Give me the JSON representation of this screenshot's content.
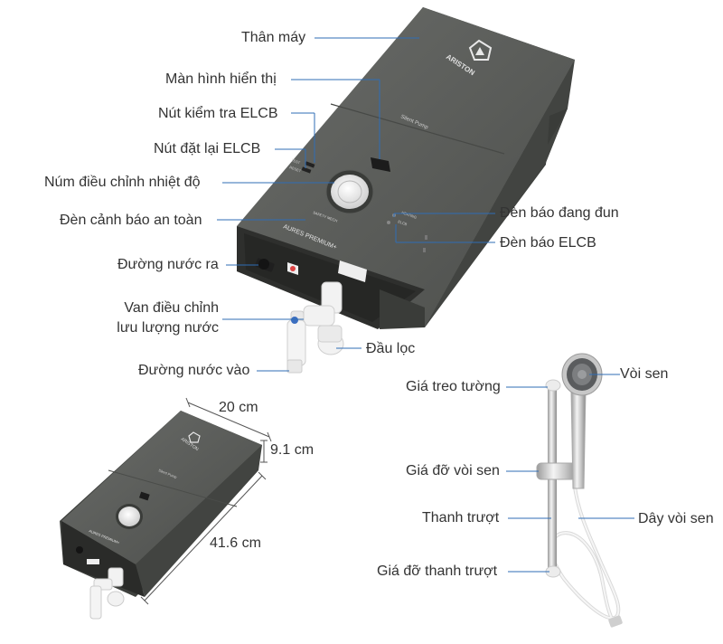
{
  "labels": {
    "than_may": "Thân máy",
    "man_hinh": "Màn hình hiển thị",
    "nut_kiem_tra": "Nút kiểm tra ELCB",
    "nut_dat_lai": "Nút đặt lại ELCB",
    "num_dieu_chinh": "Núm điều chỉnh nhiệt độ",
    "den_canh_bao": "Đèn cảnh báo an toàn",
    "duong_nuoc_ra": "Đường nước ra",
    "van_line1": "Van điều chỉnh",
    "van_line2": "lưu lượng nước",
    "duong_nuoc_vao": "Đường nước vào",
    "den_dang_dun": "Đèn báo đang đun",
    "den_elcb": "Đèn báo ELCB",
    "dau_loc": "Đầu lọc",
    "gia_treo_tuong": "Giá treo tường",
    "voi_sen": "Vòi sen",
    "gia_do_voi_sen": "Giá đỡ vòi sen",
    "thanh_truot": "Thanh trượt",
    "day_voi_sen": "Dây vòi sen",
    "gia_do_thanh_truot": "Giá đỡ thanh trượt"
  },
  "dimensions": {
    "width": "20 cm",
    "depth": "9.1 cm",
    "height": "41.6 cm"
  },
  "device": {
    "brand": "ARISTON",
    "model": "AURES PREMIUM+",
    "pump": "Silent Pump",
    "test_text": "TEST",
    "reset_text": "RESET",
    "heating_text": "HEATING",
    "elcb_text": "ELCB",
    "safety_text": "SAFETY MECH"
  },
  "colors": {
    "body": "#5b5d5a",
    "body_dark": "#454744",
    "leader_line": "#2f6db5"
  }
}
